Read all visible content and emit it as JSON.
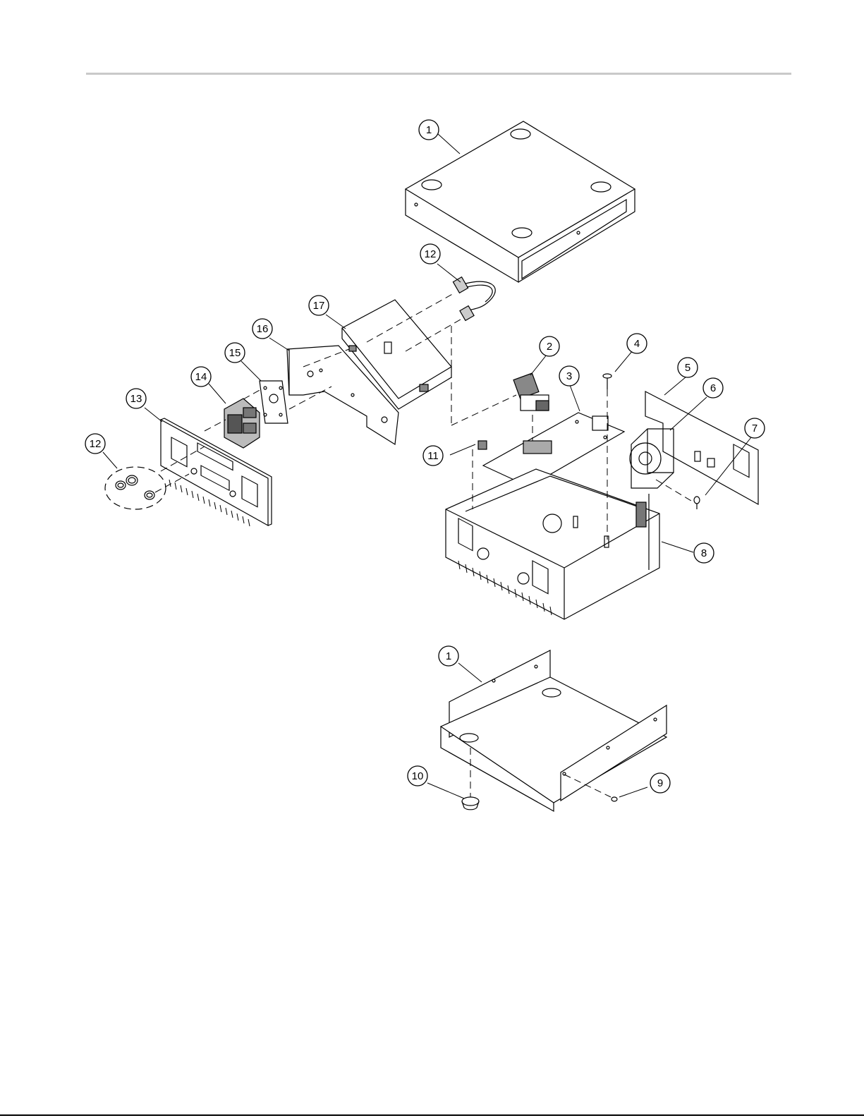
{
  "diagram": {
    "type": "exploded-parts-view",
    "callouts": [
      {
        "id": "c1-top",
        "label": "1"
      },
      {
        "id": "c12-top",
        "label": "12"
      },
      {
        "id": "c17",
        "label": "17"
      },
      {
        "id": "c16",
        "label": "16"
      },
      {
        "id": "c15",
        "label": "15"
      },
      {
        "id": "c14",
        "label": "14"
      },
      {
        "id": "c13",
        "label": "13"
      },
      {
        "id": "c12-left",
        "label": "12"
      },
      {
        "id": "c2",
        "label": "2"
      },
      {
        "id": "c4",
        "label": "4"
      },
      {
        "id": "c3",
        "label": "3"
      },
      {
        "id": "c5",
        "label": "5"
      },
      {
        "id": "c6",
        "label": "6"
      },
      {
        "id": "c7",
        "label": "7"
      },
      {
        "id": "c11",
        "label": "11"
      },
      {
        "id": "c8",
        "label": "8"
      },
      {
        "id": "c1-bottom",
        "label": "1"
      },
      {
        "id": "c10",
        "label": "10"
      },
      {
        "id": "c9",
        "label": "9"
      }
    ]
  }
}
